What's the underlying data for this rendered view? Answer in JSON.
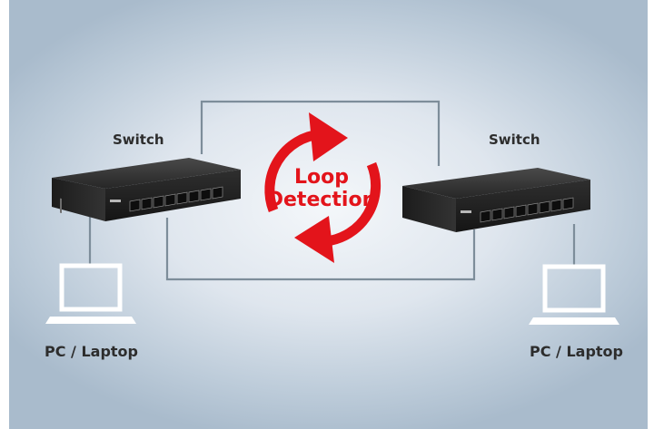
{
  "diagram": {
    "switch_left_label": "Switch",
    "switch_right_label": "Switch",
    "pc_left_label": "PC / Laptop",
    "pc_right_label": "PC / Laptop",
    "center_title_line1": "Loop",
    "center_title_line2": "Detection"
  },
  "colors": {
    "loop_red": "#e3141b",
    "cable": "#7d8d9a",
    "switch_body": "#2a2a2a",
    "label_text": "#2d2d2d"
  },
  "icons": {
    "left_switch": "network-switch-icon",
    "right_switch": "network-switch-icon",
    "left_pc": "laptop-icon",
    "right_pc": "laptop-icon",
    "loop": "circular-arrows-icon"
  }
}
